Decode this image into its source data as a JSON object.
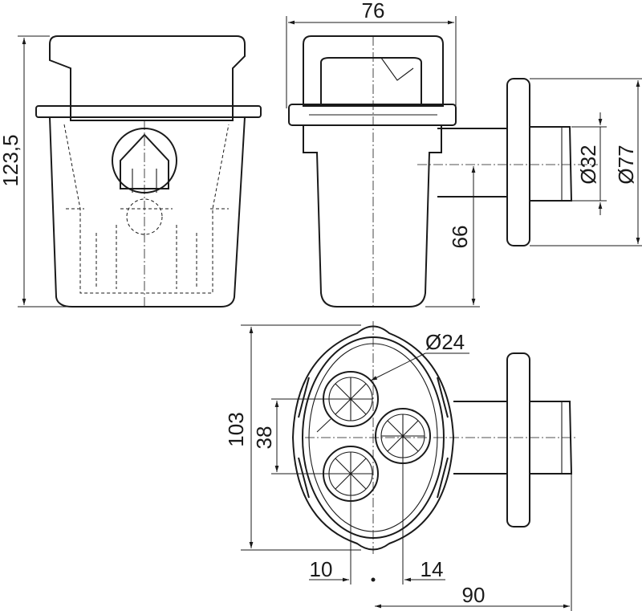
{
  "title": "Floor trap technical drawing",
  "dimensions": {
    "width_top": "76",
    "height_total": "123,5",
    "outlet_height": "66",
    "pipe_diameter": "Ø32",
    "flange_diameter": "Ø77",
    "inlet_diameter": "Ø24",
    "inlet_spacing": "38",
    "body_depth": "103",
    "offset_left": "10",
    "offset_right": "14",
    "outlet_length": "90"
  }
}
